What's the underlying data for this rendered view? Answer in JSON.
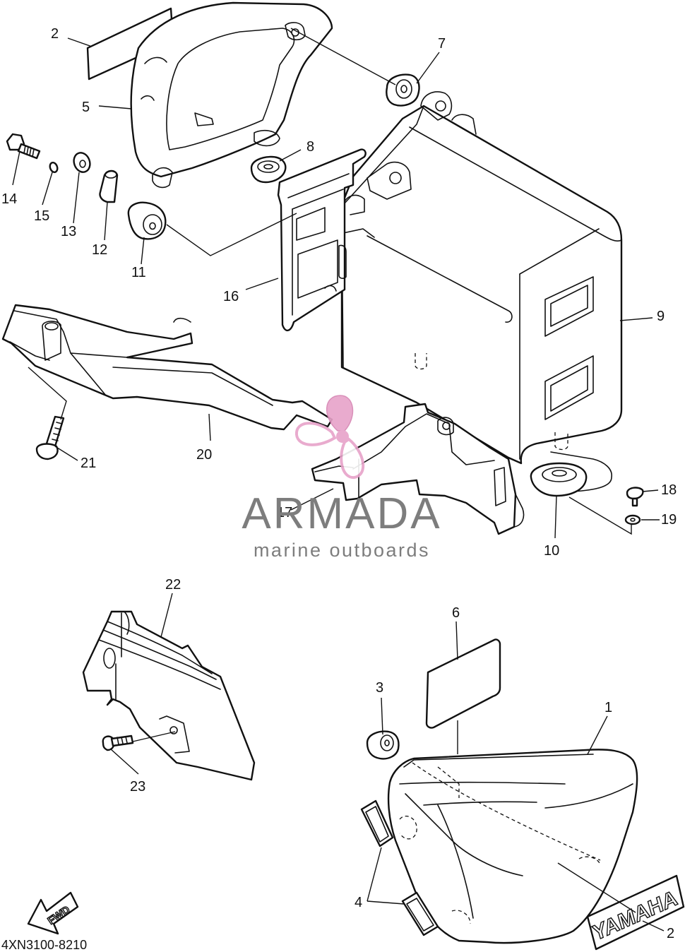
{
  "diagram": {
    "part_code": "4XN3100-8210",
    "direction_arrow_text": "FWD",
    "decal_text": "YAMAHA",
    "callouts": [
      {
        "id": "c1",
        "text": "1"
      },
      {
        "id": "c2a",
        "text": "2"
      },
      {
        "id": "c2b",
        "text": "2"
      },
      {
        "id": "c3",
        "text": "3"
      },
      {
        "id": "c4",
        "text": "4"
      },
      {
        "id": "c5",
        "text": "5"
      },
      {
        "id": "c6",
        "text": "6"
      },
      {
        "id": "c7",
        "text": "7"
      },
      {
        "id": "c8",
        "text": "8"
      },
      {
        "id": "c9",
        "text": "9"
      },
      {
        "id": "c10",
        "text": "10"
      },
      {
        "id": "c11",
        "text": "11"
      },
      {
        "id": "c12",
        "text": "12"
      },
      {
        "id": "c13",
        "text": "13"
      },
      {
        "id": "c14",
        "text": "14"
      },
      {
        "id": "c15",
        "text": "15"
      },
      {
        "id": "c16",
        "text": "16"
      },
      {
        "id": "c17",
        "text": "17"
      },
      {
        "id": "c18",
        "text": "18"
      },
      {
        "id": "c19",
        "text": "19"
      },
      {
        "id": "c20",
        "text": "20"
      },
      {
        "id": "c21",
        "text": "21"
      },
      {
        "id": "c22",
        "text": "22"
      },
      {
        "id": "c23",
        "text": "23"
      }
    ]
  },
  "watermark": {
    "brand": "ARMADA",
    "tagline": "marine outboards",
    "logo_color": "#e7a3c9",
    "text_color": "#7d7d7d"
  }
}
